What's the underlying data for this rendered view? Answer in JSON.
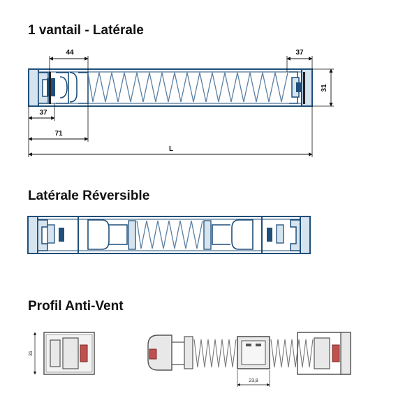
{
  "sections": {
    "lateral": {
      "title": "1 vantail - Latérale"
    },
    "reversible": {
      "title": "Latérale Réversible"
    },
    "antivent": {
      "title": "Profil Anti-Vent"
    }
  },
  "dimensions": {
    "d44": "44",
    "d37_right": "37",
    "d31": "31",
    "d37_left": "37",
    "d71": "71",
    "L": "L",
    "d31_small": "31",
    "d23_8": "23,8"
  },
  "colors": {
    "profile_stroke": "#1f4f7a",
    "profile_fill": "#d6e4ef",
    "spring": "#5a7fa3",
    "gasket": "#222222",
    "antivent_stroke": "#555555",
    "antivent_fill": "#e8e8e8",
    "antivent_seal": "#c0504d"
  }
}
